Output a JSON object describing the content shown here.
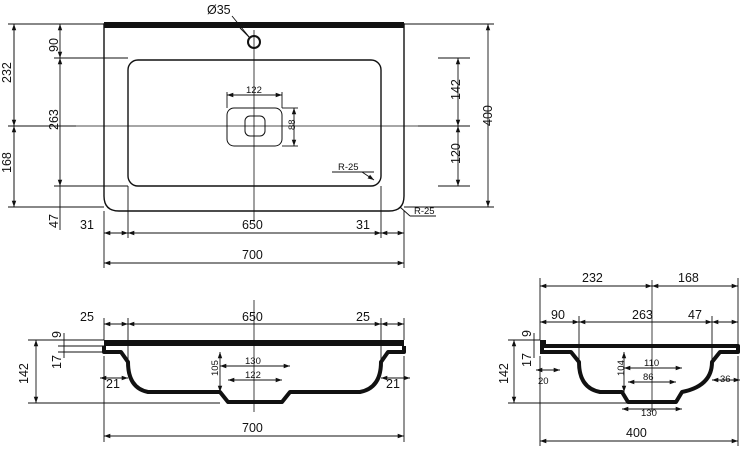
{
  "colors": {
    "ink": "#111111",
    "background": "#ffffff"
  },
  "top_view": {
    "hole_diameter": "Ø35",
    "radius_inner": "R-25",
    "radius_outer": "R-25",
    "left_dims": [
      "232",
      "263",
      "168",
      "90",
      "47"
    ],
    "right_dims": [
      "142",
      "120",
      "400"
    ],
    "drain_dims": [
      "122",
      "88"
    ],
    "bottom_dims": [
      "31",
      "650",
      "31"
    ],
    "total_width": "700"
  },
  "front_section": {
    "top_dims": [
      "25",
      "650",
      "25"
    ],
    "left_dims": [
      "9",
      "17",
      "142",
      "21"
    ],
    "right_dims": [
      "21"
    ],
    "inner_dims": [
      "105",
      "130",
      "122"
    ],
    "total_width": "700"
  },
  "side_section": {
    "top_dims": [
      "232",
      "168"
    ],
    "second_dims": [
      "90",
      "263",
      "47"
    ],
    "left_dims": [
      "9",
      "17",
      "142",
      "20"
    ],
    "inner_dims": [
      "104",
      "110",
      "86",
      "130"
    ],
    "right_dims": [
      "36"
    ],
    "total_width": "400"
  }
}
